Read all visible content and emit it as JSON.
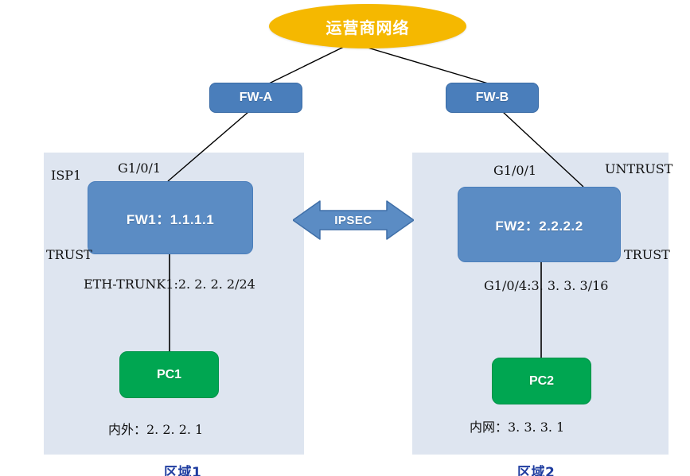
{
  "diagram": {
    "title": "IPSEC VPN topology",
    "colors": {
      "cloud": "#f5b800",
      "firewall_small": "#4a7ebb",
      "firewall_large": "#5b8cc4",
      "pc": "#00a651",
      "zone_panel": "#dee5f0",
      "zone_caption": "#1f3da0",
      "link": "#000000",
      "ipsec_arrow": "#5b8cc4"
    },
    "cloud": {
      "label": "运营商网络"
    },
    "isp_nodes": [
      {
        "label": "FW-A"
      },
      {
        "label": "FW-B"
      }
    ],
    "zones": [
      {
        "caption": "区域1",
        "firewall": {
          "label": "FW1：1.1.1.1"
        },
        "pc": {
          "label": "PC1"
        },
        "annotations": {
          "zone_top_left": "ISP1",
          "uplink_interface": "G1/0/1",
          "zone_bottom_left": "TRUST",
          "downlink_interface": "ETH-TRUNK1:2. 2. 2. 2/24",
          "pc_address": "内外：2. 2. 2. 1"
        }
      },
      {
        "caption": "区域2",
        "firewall": {
          "label": "FW2：2.2.2.2"
        },
        "pc": {
          "label": "PC2"
        },
        "annotations": {
          "uplink_interface": "G1/0/1",
          "zone_top_right": "UNTRUST",
          "zone_bottom_right": "TRUST",
          "downlink_interface": "G1/0/4:3. 3. 3. 3/16",
          "pc_address": "内网：3. 3. 3. 1"
        }
      }
    ],
    "ipsec_link": {
      "label": "IPSEC",
      "icon": "double-arrow-icon"
    },
    "watermark": {
      "text": ""
    }
  }
}
